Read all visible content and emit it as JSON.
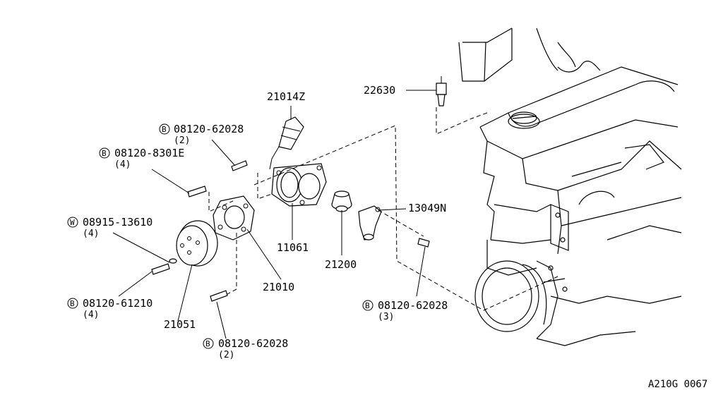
{
  "diagram": {
    "reference_code": "A210G 0067",
    "parts": [
      {
        "id": "22630",
        "number": "22630"
      },
      {
        "id": "21014z",
        "number": "21014Z"
      },
      {
        "id": "bolt-62028-top",
        "prefix": "B",
        "number": "08120-62028",
        "qty": "(2)"
      },
      {
        "id": "bolt-8301e",
        "prefix": "B",
        "number": "08120-8301E",
        "qty": "(4)"
      },
      {
        "id": "washer-13610",
        "prefix": "W",
        "number": "08915-13610",
        "qty": "(4)"
      },
      {
        "id": "11061",
        "number": "11061"
      },
      {
        "id": "21200",
        "number": "21200"
      },
      {
        "id": "13049n",
        "number": "13049N"
      },
      {
        "id": "21010",
        "number": "21010"
      },
      {
        "id": "bolt-61210",
        "prefix": "B",
        "number": "08120-61210",
        "qty": "(4)"
      },
      {
        "id": "21051",
        "number": "21051"
      },
      {
        "id": "bolt-62028-right",
        "prefix": "B",
        "number": "08120-62028",
        "qty": "(3)"
      },
      {
        "id": "bolt-62028-bottom",
        "prefix": "B",
        "number": "08120-62028",
        "qty": "(2)"
      }
    ]
  }
}
